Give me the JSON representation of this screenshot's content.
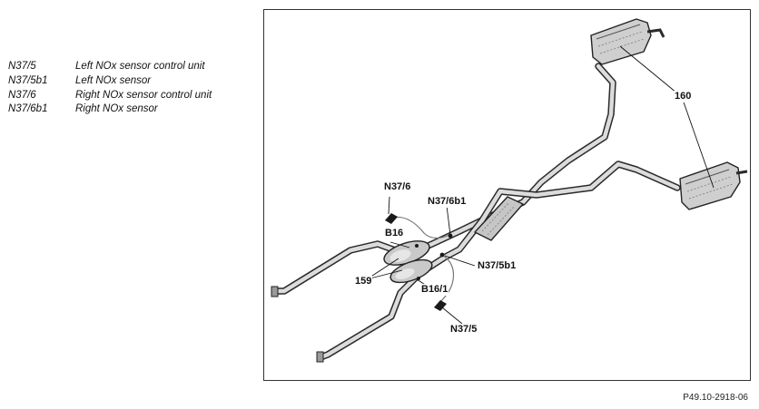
{
  "legend": [
    {
      "code": "N37/5",
      "desc": "Left NOx sensor control unit"
    },
    {
      "code": "N37/5b1",
      "desc": "Left NOx sensor"
    },
    {
      "code": "N37/6",
      "desc": "Right NOx sensor control unit"
    },
    {
      "code": "N37/6b1",
      "desc": "Right NOx sensor"
    }
  ],
  "callouts": {
    "n37_6": "N37/6",
    "n37_6b1": "N37/6b1",
    "b16": "B16",
    "b16_1": "B16/1",
    "n37_5b1": "N37/5b1",
    "n37_5": "N37/5",
    "c159": "159",
    "c160": "160"
  },
  "figure_ref": "P49.10-2918-06"
}
